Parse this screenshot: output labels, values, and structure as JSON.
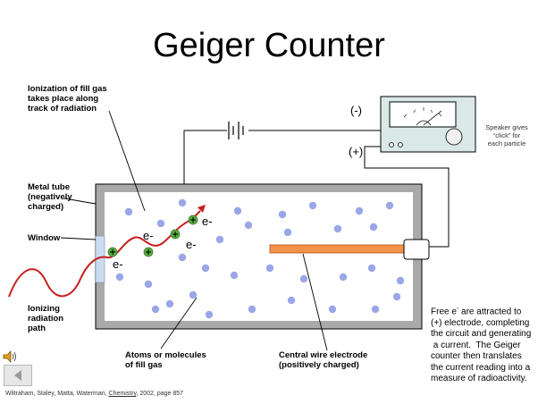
{
  "title": "Geiger Counter",
  "labels": {
    "ionization": [
      "Ionization of fill gas",
      "takes place along",
      "track of radiation"
    ],
    "metal_tube": [
      "Metal tube",
      "(negatively",
      "charged)"
    ],
    "window": "Window",
    "ionizing": [
      "Ionizing",
      "radiation",
      "path"
    ],
    "atoms": [
      "Atoms or molecules",
      "of fill gas"
    ],
    "central_wire": [
      "Central wire electrode",
      "(positively charged)"
    ],
    "speaker": [
      "Speaker gives",
      "“click” for",
      "each particle"
    ],
    "negative_terminal": "(-)",
    "positive_terminal": "(+)",
    "electron": "e-"
  },
  "note": {
    "line1_prefix": "Free e",
    "line1_sup": "-",
    "line1_suffix": " are attracted to",
    "lines": [
      "(+) electrode, completing",
      "the circuit and generating",
      " a current.  The Geiger",
      "counter then translates",
      "the current reading into a",
      "measure of radioactivity."
    ]
  },
  "citation": {
    "prefix": "Wiltraham, Staley, Matta, Waterman, ",
    "book": "Chemistry",
    "suffix": ", 2002, page 857"
  },
  "icons": {
    "speaker": "speaker-icon",
    "back": "back-arrow-icon"
  },
  "colors": {
    "tube_wall": "#a9a9a9",
    "tube_inner": "#ffffff",
    "wire_electrode": "#f4924a",
    "gas_atom": "#9aa6e8",
    "meter_body": "#dbe8e8",
    "ion_plus": "#58b040",
    "path": "#c81e1e",
    "window": "#c9dcf2"
  }
}
